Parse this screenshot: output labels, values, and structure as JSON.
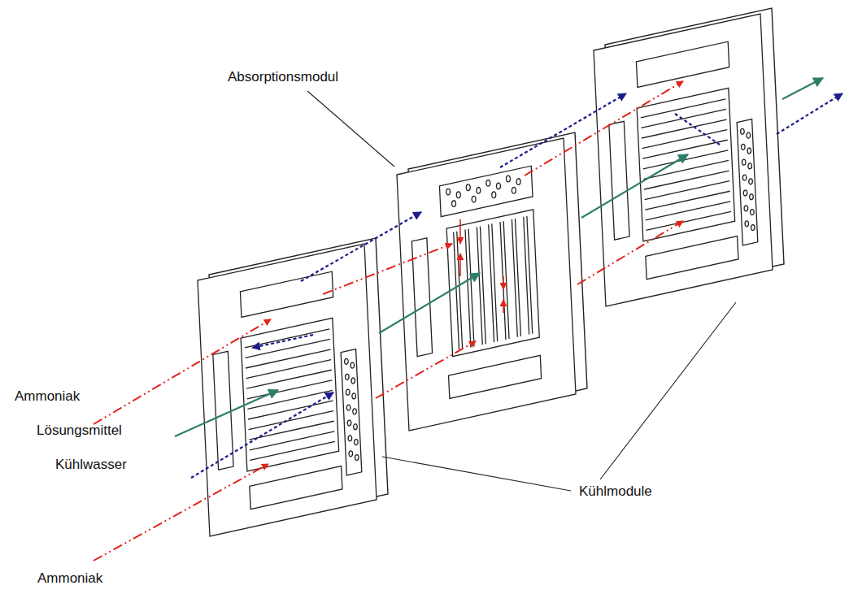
{
  "diagram": {
    "labels": [
      "Absorptionsmodul",
      "Ammoniak",
      "Lösungsmittel",
      "Kühlwasser",
      "Kühlmodule",
      "Ammoniak"
    ]
  }
}
